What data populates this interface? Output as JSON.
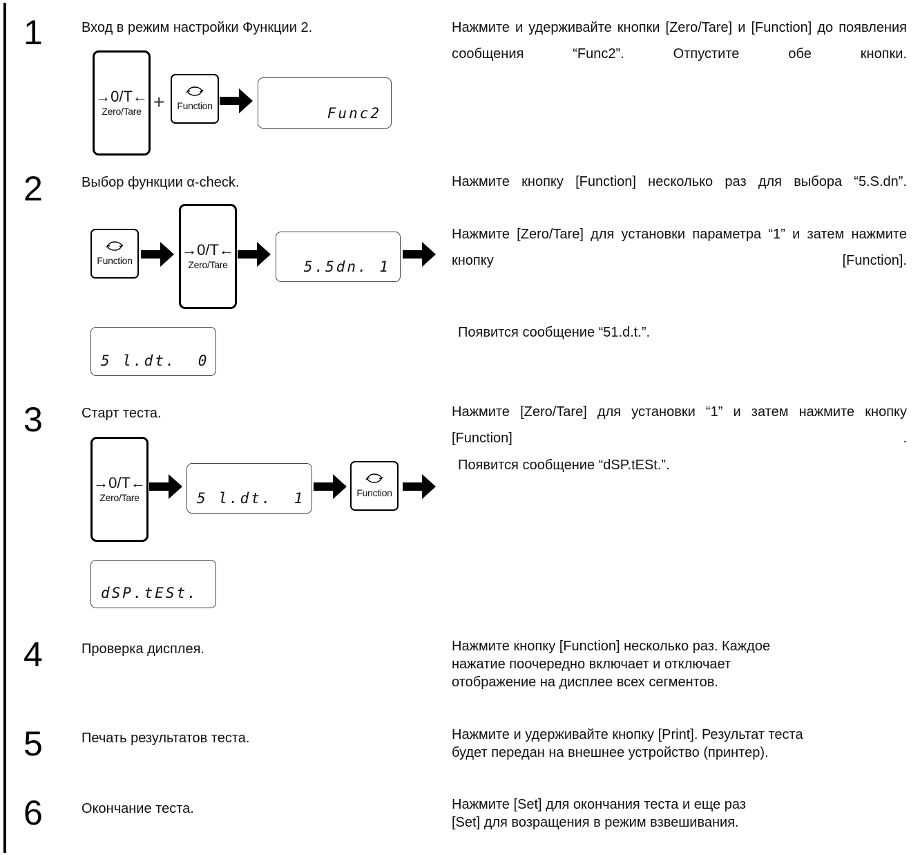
{
  "steps": [
    {
      "number": "1",
      "title": "Вход в режим настройки Функции 2.",
      "instruction": "Нажмите и удерживайте кнопки [Zero/Tare] и [Function] до появления сообщения “Func2”. Отпустите обе кнопки.",
      "display": "Func2"
    },
    {
      "number": "2",
      "title": "Выбор функции α-check.",
      "instruction_1": "Нажмите кнопку [Function] несколько раз для выбора  “5.S.dn”.",
      "instruction_2": "Нажмите [Zero/Tare] для установки параметра “1” и затем нажмите кнопку [Function].",
      "instruction_3": "Появится сообщение “51.d.t.”.",
      "display_1": "5.5dn. 1",
      "display_2": "5 l.dt.  0"
    },
    {
      "number": "3",
      "title": "Старт теста.",
      "instruction_1": "Нажмите [Zero/Tare] для установки “1” и затем нажмите кнопку [Function] .",
      "instruction_2": "Появится сообщение “dSP.tESt.”.",
      "display_1": "5 l.dt.  1",
      "display_2": "dSP.tESt."
    },
    {
      "number": "4",
      "title": "Проверка дисплея.",
      "instruction": "Нажмите кнопку [Function] несколько раз. Каждое нажатие поочередно включает и отключает отображение на дисплее всех сегментов."
    },
    {
      "number": "5",
      "title": "Печать результатов теста.",
      "instruction": "Нажмите и удерживайте кнопку [Print]. Результат теста будет передан на внешнее устройство (принтер)."
    },
    {
      "number": "6",
      "title": "Окончание теста.",
      "instruction": "Нажмите [Set] для окончания теста и еще раз [Set] для возращения в режим взвешивания."
    }
  ],
  "keys": {
    "zero_symbol": "→0/T←",
    "zero_label": "Zero/Tare",
    "function_label": "Function"
  },
  "plus_sign": "+"
}
